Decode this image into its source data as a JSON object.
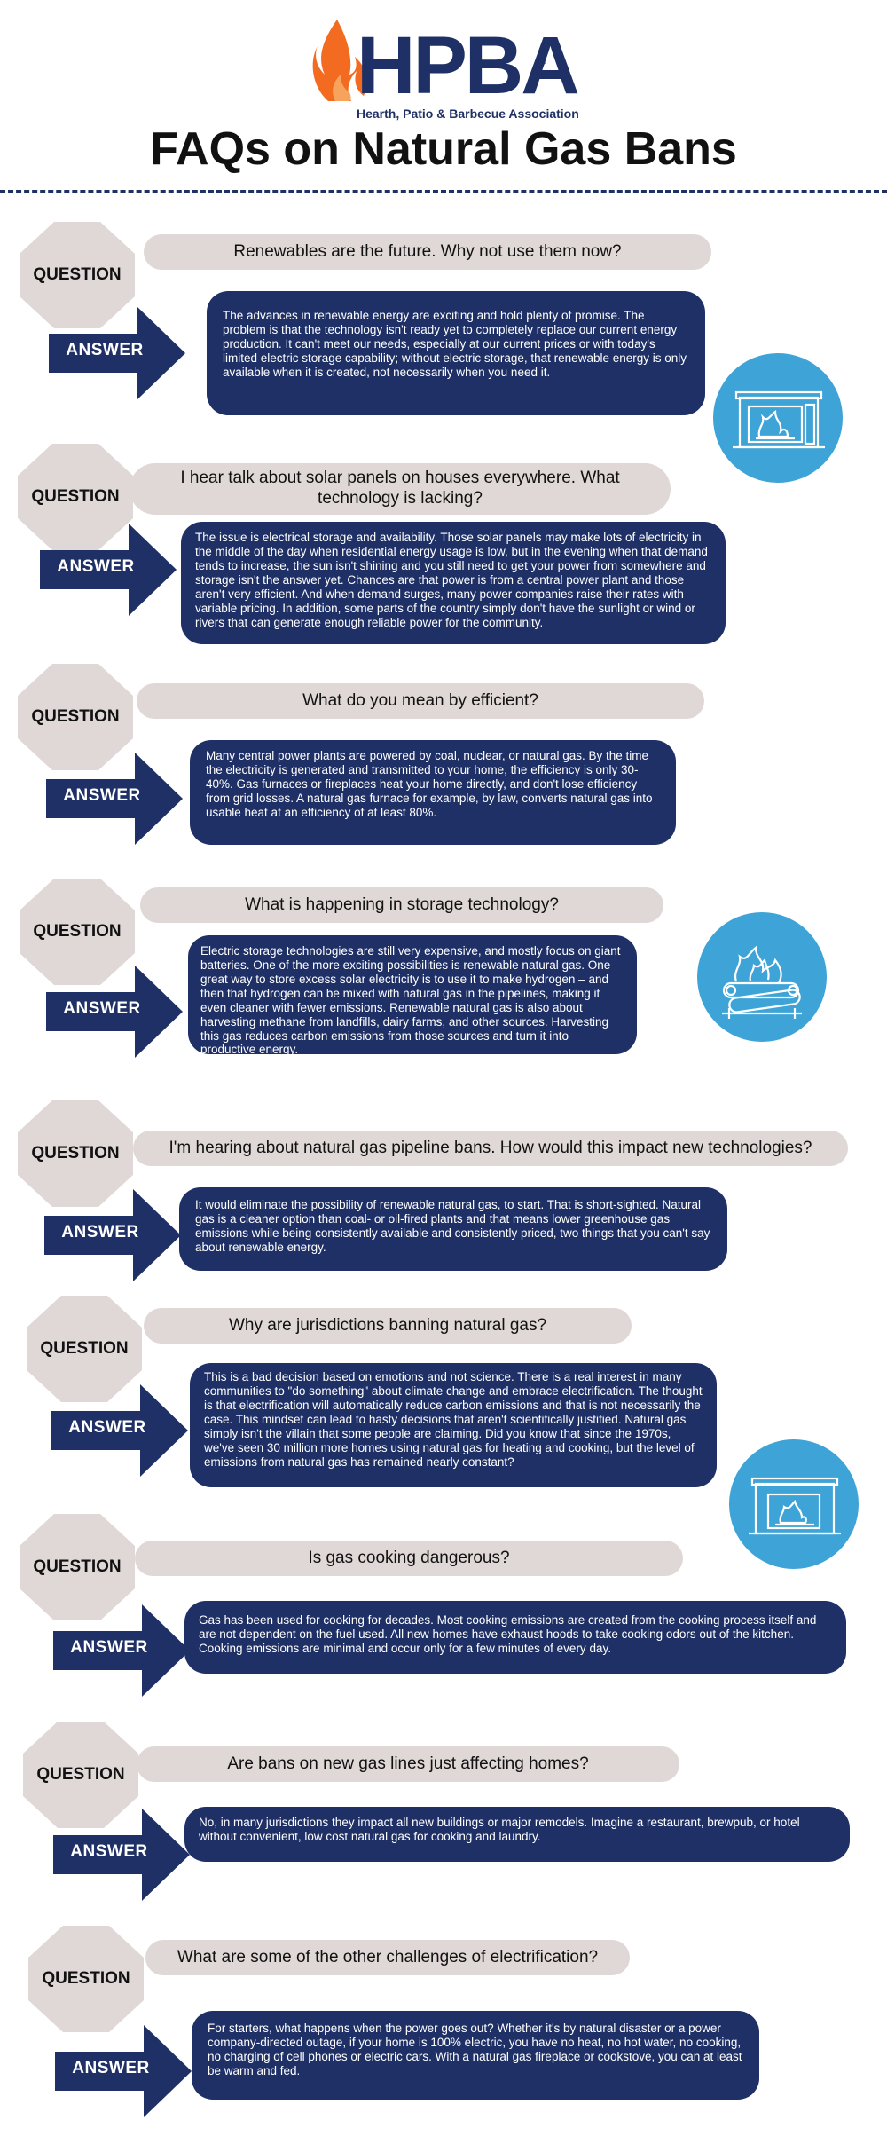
{
  "header": {
    "logo_text": "HPBA",
    "logo_registered": "®",
    "logo_subtitle": "Hearth, Patio & Barbecue Association",
    "title": "FAQs on Natural Gas Bans"
  },
  "labels": {
    "question": "QUESTION",
    "answer": "ANSWER"
  },
  "colors": {
    "navy": "#1e3066",
    "light": "#e0d8d6",
    "accent_blue": "#3ea3d6",
    "flame_orange": "#f26b21"
  },
  "faqs": [
    {
      "question": "Renewables are the future. Why not use them now?",
      "answer": "The advances in renewable energy are exciting and hold plenty of promise. The problem is that the technology isn't ready yet to completely replace our current energy production. It can't meet our needs, especially at our current prices or with today's limited electric storage capability; without electric storage, that renewable energy is only available when it is created, not necessarily when you need it."
    },
    {
      "question": "I hear talk about solar panels on houses everywhere. What technology is lacking?",
      "answer": "The issue is electrical storage and availability. Those solar panels may make lots of electricity in the middle of the day when residential energy usage is low, but in the evening when that demand tends to increase, the sun isn't shining and you still need to get your power from somewhere and storage isn't the answer yet. Chances are that power is from a central power plant and those aren't very efficient. And when demand surges, many power companies raise their rates with variable pricing. In addition, some parts of the country simply don't have the sunlight or wind or rivers that can generate enough reliable power for the community."
    },
    {
      "question": "What do you mean by efficient?",
      "answer": "Many central power plants are powered by coal, nuclear, or natural gas. By the time the electricity is generated and transmitted to your home, the efficiency is only 30-40%. Gas furnaces or fireplaces heat your home directly, and don't lose efficiency from grid losses. A natural gas furnace for example, by law, converts natural gas into usable heat at an efficiency of at least 80%."
    },
    {
      "question": "What is happening in storage technology?",
      "answer": "Electric storage technologies are still very expensive, and mostly focus on giant batteries. One of the more exciting possibilities is renewable natural gas. One great way to store excess solar electricity is to use it to make hydrogen – and then that hydrogen can be mixed with natural gas in the pipelines, making it even cleaner with fewer emissions. Renewable natural gas is also about harvesting methane from landfills, dairy farms, and other sources. Harvesting this gas reduces carbon emissions from those sources and turn it into productive energy."
    },
    {
      "question": "I'm hearing about natural gas pipeline bans. How would this impact new technologies?",
      "answer": "It would eliminate the possibility of renewable natural gas, to start. That is short-sighted. Natural gas is a cleaner option than coal- or oil-fired plants and that means lower greenhouse gas emissions while being consistently available and consistently priced, two things that you can't say about renewable energy."
    },
    {
      "question": "Why are jurisdictions banning natural gas?",
      "answer": "This is a bad decision based on emotions and not science. There is a real interest in many communities to \"do something\" about climate change and embrace electrification. The thought is that electrification will automatically reduce carbon emissions and that is not necessarily the case. This mindset can lead to hasty decisions that aren't scientifically justified. Natural gas simply isn't the villain that some people are claiming. Did you know that since the 1970s, we've seen 30 million more homes using natural gas for heating and cooking, but the level of emissions from natural gas has remained nearly constant?"
    },
    {
      "question": "Is gas cooking dangerous?",
      "answer": "Gas has been used for cooking for decades. Most cooking emissions are created from the cooking process itself and are not dependent on the fuel used. All new homes have exhaust hoods to take cooking odors out of the kitchen. Cooking emissions are minimal and occur only for a few minutes of every day."
    },
    {
      "question": "Are bans on new gas lines just affecting homes?",
      "answer": "No, in many jurisdictions they impact all new buildings or major remodels. Imagine a restaurant, brewpub, or hotel without convenient, low cost natural gas for cooking and laundry."
    },
    {
      "question": "What are some of the other challenges of electrification?",
      "answer": "For starters, what happens when the power goes out? Whether it's by natural disaster or a power company-directed outage, if your home is 100% electric, you have no heat, no hot water, no cooking, no charging of cell phones or electric cars. With a natural gas fireplace or cookstove, you can at least be warm and fed."
    }
  ],
  "icons": [
    "fireplace-icon",
    "burning-logs-icon",
    "fireplace-icon"
  ]
}
